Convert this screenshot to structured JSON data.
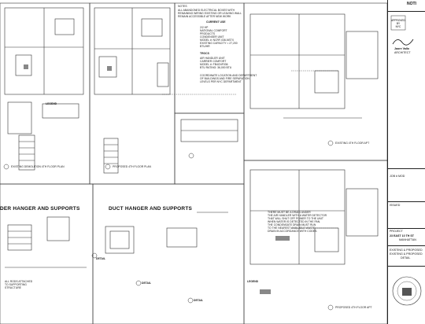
{
  "drawing": {
    "notes_header": "NOTES",
    "notes_lines": [
      "ALL ABANDONED ELECTRICAL BOXES WITH",
      "REMAINING WIRING EXISTING OR LEAVING WALL",
      "REMAIN ACCESSIBLE AFTER NEW WORK"
    ],
    "current_use": "CURRENT USE",
    "equipment_1": [
      "2/2 HP",
      "NATIONAL COMFORT",
      "PRODUCTS",
      "CONDENSER UNIT",
      "MODEL #: NCRF-036-NSTX",
      "EXISTING CAPACITY = 27,200",
      "BTU/HR"
    ],
    "trocs": "TROCS",
    "equipment_2": [
      "AIR HANDLER UNIT",
      "CARRIER COMFORT",
      "MODEL #: FB4CNF036",
      "BTU RATING: 36,000 BTU"
    ],
    "equipment_note": [
      "COORDINATE LOCATION AND DEPARTMENT",
      "OF BUILDINGS AND FIRE SEPARATION",
      "LEVELS PER NYC DEPARTMENT"
    ],
    "section_left": "DER HANGER AND SUPPORTS",
    "section_mid": "DUCT HANGER AND SUPPORTS",
    "labels": {
      "legend": "LEGEND",
      "existing_plan": "EXISTING DEMOLITION 4TH FLOOR PLAN",
      "proposed_plan": "PROPOSED 4TH FLOOR PLAN",
      "existing_apt": "EXISTING 4TH FLOOR APT",
      "proposed_apt": "PROPOSED 4TH FLOOR APT",
      "detail_1": "DETAIL",
      "detail_2": "DETAIL",
      "detail_3": "DETAIL",
      "legend2": "LEGEND",
      "note_bottom": [
        "THERE MUST BE A DRAIN UNDER",
        "THE AIR HANDLER WITH A WATER DETECTOR",
        "THAT WILL SHUT OFF POWER TO THE UNIT",
        "WHEN WATER IS DETECTED IN THE PAN.",
        "THE CONDENSATE DRAIN MUST RUN",
        "TO THE NEAREST AVAILABLE WASTE",
        "DRAIN IN ACCORDANCE WITH CODES."
      ],
      "installation_note": [
        "ALL RODS ATTACHED",
        "TO SUPPORTING",
        "STRUCTURE"
      ]
    }
  },
  "title_block": {
    "top": "NOTI",
    "stamp_lines": [
      "APPROVED",
      "BY",
      "NYC"
    ],
    "architect": "Jaore Vallo",
    "architect_sub": "ARCHITECT",
    "job_no": "JOB # MOD",
    "project_label": "PROJECT",
    "address": "23 EAST 10 TH ST",
    "city": "MANHATTAN",
    "sheet_title": [
      "EXISTING & PROPOSED",
      "EXISTING & PROPOSED",
      "DETAIL"
    ],
    "issued": "ISSUED"
  }
}
